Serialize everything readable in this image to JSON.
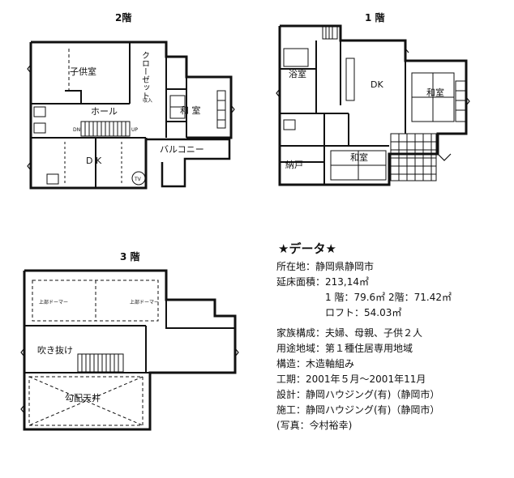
{
  "floors": {
    "f2": {
      "title": "2階",
      "rooms": {
        "kids": "子供室",
        "closet": "クローゼット",
        "closet_small": "収入",
        "washitsu": "和 室",
        "hall": "ホール",
        "dk": "D K",
        "balcony": "バルコニー",
        "dn": "DN",
        "up": "UP",
        "tv": "TV"
      }
    },
    "f1": {
      "title": "1 階",
      "rooms": {
        "bath": "浴室",
        "dk": "DK",
        "washitsu_right": "和室",
        "washitsu_bottom": "和室",
        "storage": "納戸"
      }
    },
    "f3": {
      "title": "3 階",
      "rooms": {
        "dormer_left": "上部ドーマー",
        "dormer_right": "上部ドーマー",
        "fukinuke": "吹き抜け",
        "kobai": "勾配天井"
      }
    }
  },
  "data": {
    "heading": "★データ★",
    "location": "所在地：静岡県静岡市",
    "floor_area": "延床面積：213,14㎡",
    "floor_area_12": "1 階：79.6㎡ 2階：71.42㎡",
    "loft": "ロフト：54.03㎡",
    "family": "家族構成：夫婦、母親、子供２人",
    "zoning": "用途地域：第１種住居専用地域",
    "structure": "構造：木造軸組み",
    "period": "工期：2001年５月～2001年11月",
    "design": "設計：静岡ハウジング(有)（静岡市）",
    "construction": "施工：静岡ハウジング(有)（静岡市）",
    "photo": "(写真：今村裕幸)"
  }
}
